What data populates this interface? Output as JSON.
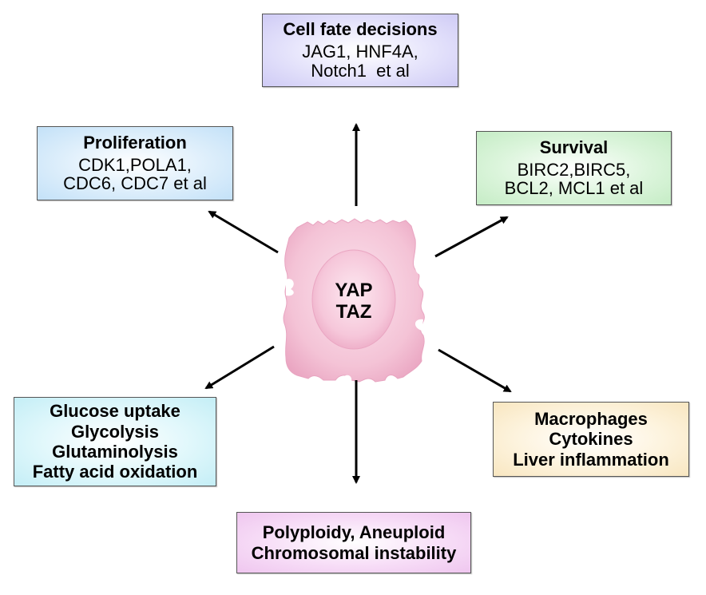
{
  "center": {
    "lines": [
      "YAP",
      "TAZ"
    ],
    "cell_color": "#f2b9cf",
    "nucleus_color": "#f6c6d8"
  },
  "boxes": {
    "cell_fate": {
      "title": "Cell fate decisions",
      "body": [
        "JAG1, HNF4A,",
        "Notch1  et al"
      ]
    },
    "proliferation": {
      "title": "Proliferation",
      "body": [
        "CDK1,POLA1,",
        "CDC6, CDC7 et al"
      ]
    },
    "survival": {
      "title": "Survival",
      "body": [
        "BIRC2,BIRC5,",
        "BCL2, MCL1 et al"
      ]
    },
    "metabolism": {
      "lines": [
        "Glucose uptake",
        "Glycolysis",
        "Glutaminolysis",
        "Fatty acid oxidation"
      ]
    },
    "inflammation": {
      "lines": [
        "Macrophages",
        "Cytokines",
        "Liver inflammation"
      ]
    },
    "ploidy": {
      "lines": [
        "Polyploidy, Aneuploid",
        "Chromosomal instability"
      ]
    }
  },
  "arrows": [
    {
      "from": "YAP/TAZ cell",
      "to": "Cell fate decisions",
      "direction": "up"
    },
    {
      "from": "YAP/TAZ cell",
      "to": "Proliferation",
      "direction": "up-left"
    },
    {
      "from": "YAP/TAZ cell",
      "to": "Survival",
      "direction": "up-right"
    },
    {
      "from": "YAP/TAZ cell",
      "to": "Glucose uptake / Glycolysis / Glutaminolysis / Fatty acid oxidation",
      "direction": "down-left"
    },
    {
      "from": "YAP/TAZ cell",
      "to": "Macrophages / Cytokines / Liver inflammation",
      "direction": "down-right"
    },
    {
      "from": "YAP/TAZ cell",
      "to": "Polyploidy, Aneuploid / Chromosomal instability",
      "direction": "down"
    }
  ]
}
